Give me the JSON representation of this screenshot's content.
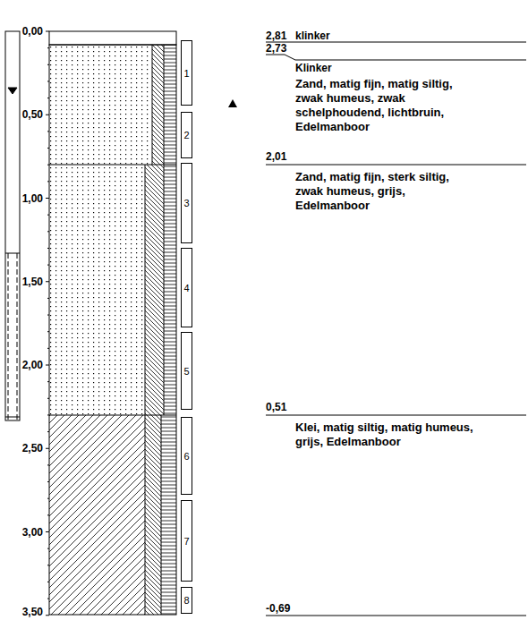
{
  "diagram": {
    "nodes": [
      {
        "text": [
          "1"
        ]
      },
      {
        "text": [
          "2"
        ]
      },
      {
        "text": [
          "3"
        ]
      },
      {
        "text": [
          "4"
        ]
      },
      {
        "text": [
          "5"
        ]
      },
      {
        "text": [
          "6"
        ]
      },
      {
        "text": [
          "7"
        ]
      },
      {
        "text": [
          "8"
        ]
      }
    ],
    "labels": [
      "0,00",
      "0,50",
      "1,00",
      "1,50",
      "2,00",
      "2,50",
      "3,00",
      "3,50",
      "2,81",
      "klinker",
      "2,73",
      "Klinker",
      "Zand, matig fijn, matig siltig, zwak humeus, zwak schelphoudend, lichtbruin, Edelmanboor",
      "2,01",
      "Zand, matig fijn, sterk siltig, zwak humeus, grijs, Edelmanboor",
      "0,51",
      "Klei, matig siltig, matig humeus, grijs, Edelmanboor",
      "-0,69"
    ]
  }
}
